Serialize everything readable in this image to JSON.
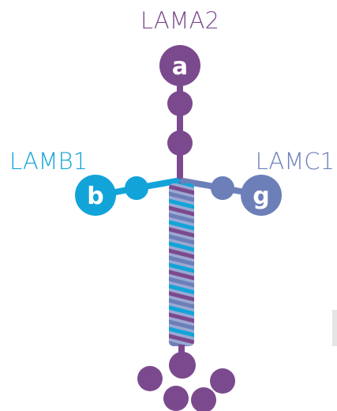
{
  "colors": {
    "alpha": "#7B4A8E",
    "beta": "#12A4D9",
    "gamma": "#6D7FB9",
    "background": "#FFFFFF",
    "badge_text": "#FFFFFF"
  },
  "chains": {
    "alpha": {
      "name": "LAMA2",
      "badge": "a"
    },
    "beta": {
      "name": "LAMB1",
      "badge": "b"
    },
    "gamma": {
      "name": "LAMC1",
      "badge": "g"
    }
  }
}
